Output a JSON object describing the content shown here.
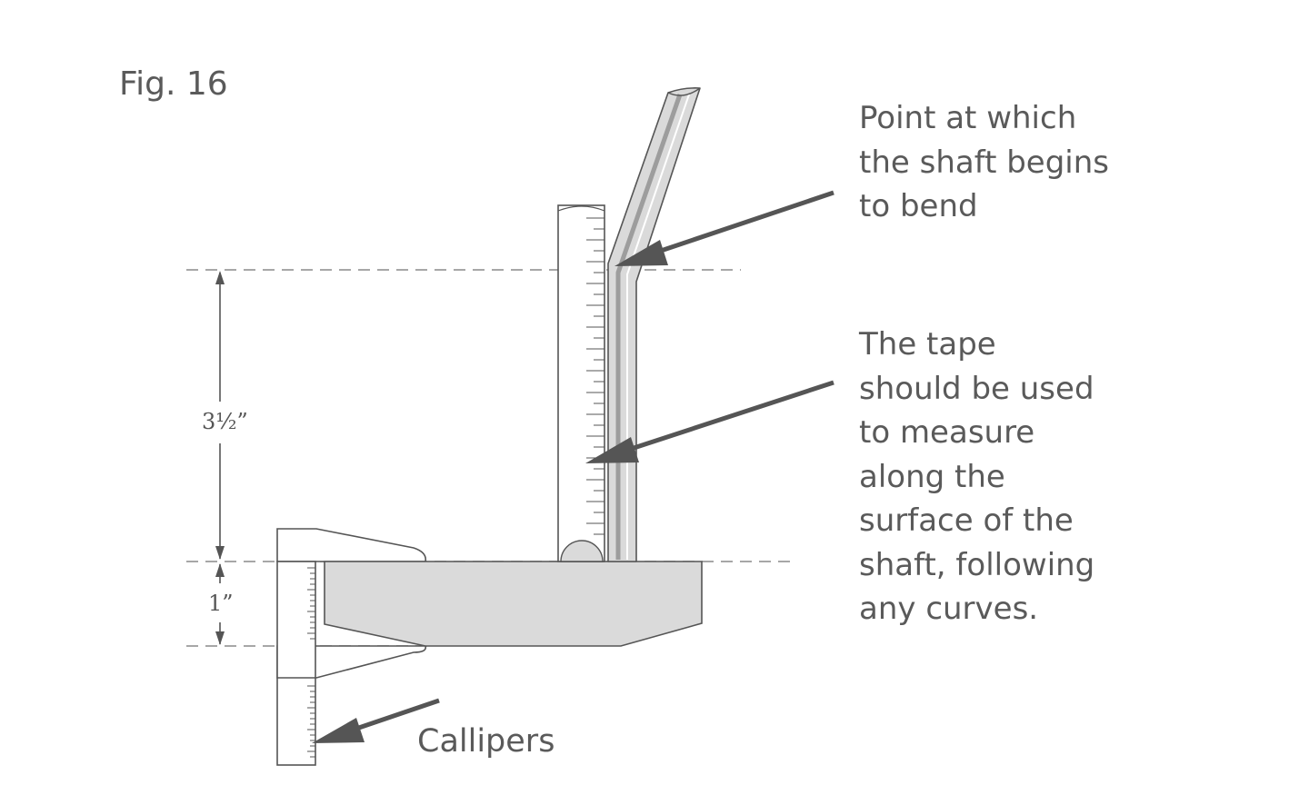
{
  "figure": {
    "title": "Fig. 16",
    "dimensions": {
      "upper": "3½”",
      "lower": "1”"
    },
    "callouts": {
      "bend_point": [
        "Point at which",
        "the shaft begins",
        "to bend"
      ],
      "tape": [
        "The tape",
        "should be used",
        "to measure",
        "along the",
        "surface of the",
        "shaft, following",
        "any curves."
      ],
      "callipers": "Callipers"
    }
  },
  "colors": {
    "line": "#555555",
    "fill": "#dadada",
    "fill_dark": "#b9b9b9",
    "text": "#5a5a5a",
    "background": "#ffffff"
  }
}
